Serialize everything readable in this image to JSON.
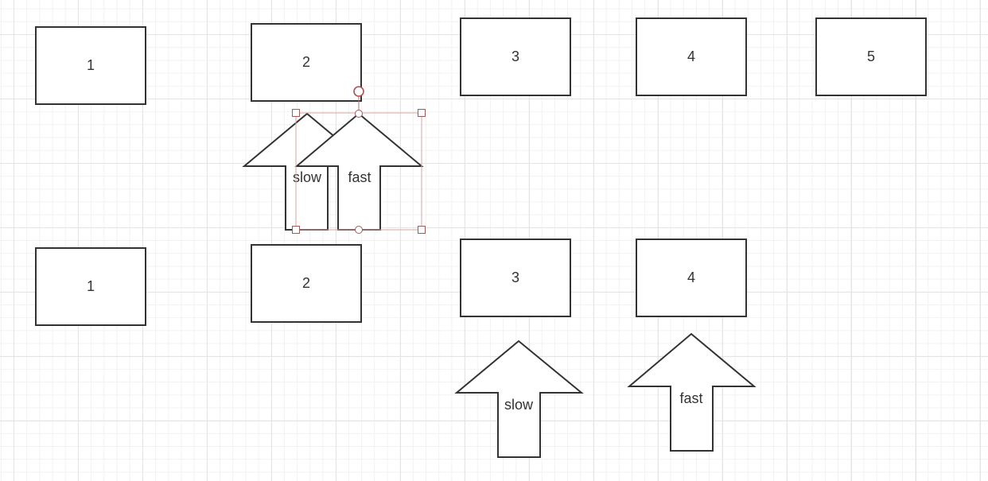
{
  "diagram": {
    "top_row": {
      "boxes": [
        {
          "label": "1"
        },
        {
          "label": "2"
        },
        {
          "label": "3"
        },
        {
          "label": "4"
        },
        {
          "label": "5"
        }
      ],
      "arrows": [
        {
          "label": "slow"
        },
        {
          "label": "fast",
          "selected": true
        }
      ]
    },
    "bottom_row": {
      "boxes": [
        {
          "label": "1"
        },
        {
          "label": "2"
        },
        {
          "label": "3"
        },
        {
          "label": "4"
        }
      ],
      "arrows": [
        {
          "label": "slow"
        },
        {
          "label": "fast"
        }
      ]
    }
  },
  "colors": {
    "shape_stroke": "#333333",
    "selection": "#b0504f",
    "grid": "#e4e4e4"
  }
}
